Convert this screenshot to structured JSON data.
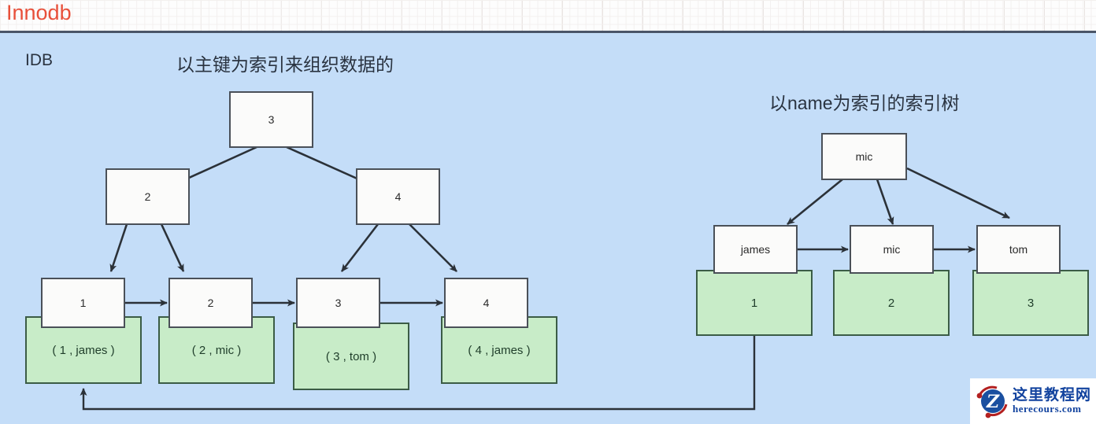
{
  "page": {
    "title": "Innodb",
    "title_color": "#e8503a",
    "canvas_color": "#c4ddf8",
    "node_fill": "#fbfbfa",
    "data_node_fill": "#c8ecc8",
    "stroke_color": "#4a5058"
  },
  "labels": {
    "idb": "IDB",
    "heading_left": "以主键为索引来组织数据的",
    "heading_right": "以name为索引的索引树"
  },
  "primary_tree": {
    "root": {
      "text": "3"
    },
    "internal": [
      {
        "text": "2"
      },
      {
        "text": "4"
      }
    ],
    "leaves": [
      {
        "key": "1",
        "data": "( 1 , james )"
      },
      {
        "key": "2",
        "data": "( 2 , mic )"
      },
      {
        "key": "3",
        "data": "( 3 , tom )"
      },
      {
        "key": "4",
        "data": "( 4 , james )"
      }
    ]
  },
  "secondary_tree": {
    "root": {
      "text": "mic"
    },
    "leaves": [
      {
        "key": "james",
        "data": "1"
      },
      {
        "key": "mic",
        "data": "2"
      },
      {
        "key": "tom",
        "data": "3"
      }
    ]
  },
  "watermark": {
    "logo_letter": "Z",
    "cn_text": "这里教程网",
    "en_text": "herecours.com",
    "color": "#11429e"
  }
}
